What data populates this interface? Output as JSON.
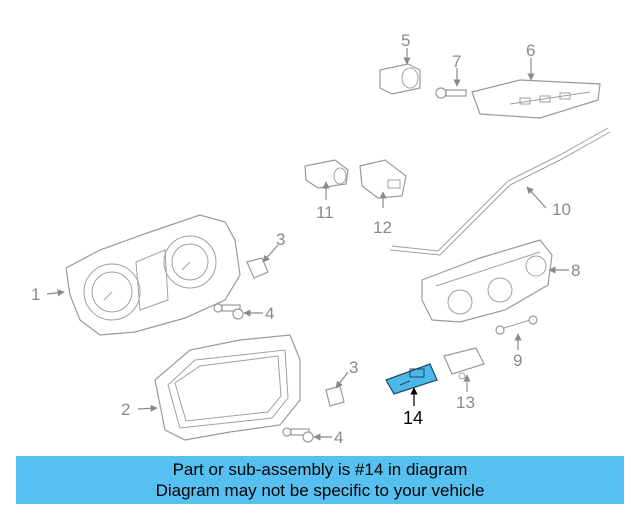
{
  "callouts": {
    "c1": "1",
    "c2": "2",
    "c3a": "3",
    "c3b": "3",
    "c4a": "4",
    "c4b": "4",
    "c5": "5",
    "c6": "6",
    "c7": "7",
    "c8": "8",
    "c9": "9",
    "c10": "10",
    "c11": "11",
    "c12": "12",
    "c13": "13",
    "c14": "14"
  },
  "highlight": {
    "part_number": "14",
    "color": "#4db8e8"
  },
  "banner": {
    "line1": "Part or sub-assembly is #14 in diagram",
    "line2": "Diagram may not be specific to your vehicle",
    "color": "#56c1f1"
  }
}
